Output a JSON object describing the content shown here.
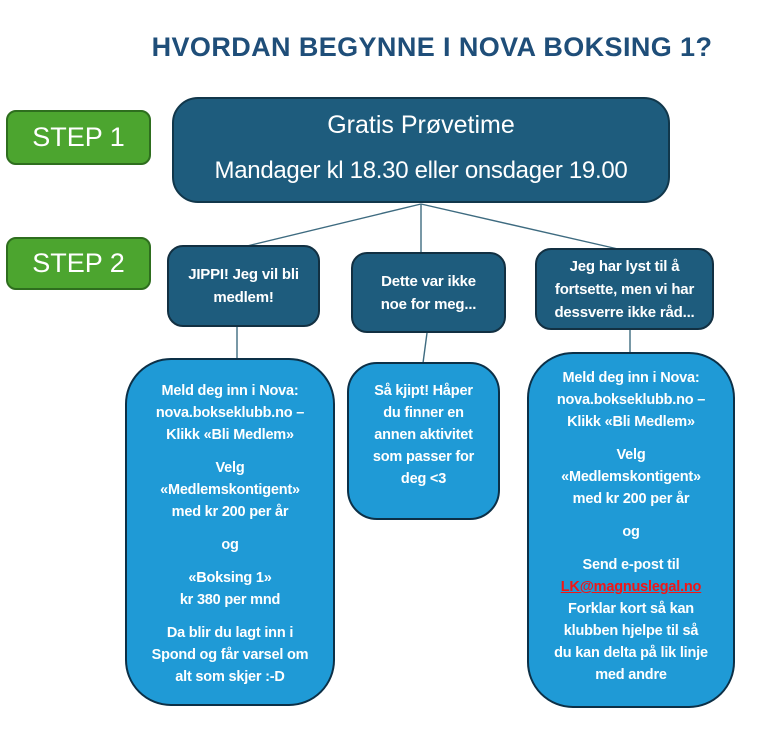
{
  "title": "HVORDAN BEGYNNE I NOVA BOKSING 1?",
  "steps": {
    "step1_label": "STEP 1",
    "step2_label": "STEP 2"
  },
  "trial_box": {
    "title": "Gratis Prøvetime",
    "schedule": "Mandager kl 18.30 eller onsdager 19.00"
  },
  "choice_boxes": {
    "join": {
      "lines": [
        "JIPPI! Jeg vil bli",
        "medlem!"
      ]
    },
    "decline": {
      "lines": [
        "Dette var ikke",
        "noe for meg..."
      ]
    },
    "support": {
      "lines": [
        "Jeg har lyst til å",
        "fortsette, men vi har",
        "dessverre ikke råd..."
      ]
    }
  },
  "detail_boxes": {
    "join": {
      "p1": [
        "Meld deg inn i Nova:",
        "nova.bokseklubb.no –",
        "Klikk «Bli Medlem»"
      ],
      "p2": [
        "Velg",
        "«Medlemskontigent»",
        "med kr 200 per år"
      ],
      "p3": [
        "og"
      ],
      "p4": [
        "«Boksing 1»",
        "kr 380 per mnd"
      ],
      "p5": [
        "Da blir du lagt inn i",
        "Spond og får varsel om",
        "alt som skjer :-D"
      ]
    },
    "decline": {
      "lines": [
        "Så kjipt! Håper",
        "du finner en",
        "annen aktivitet",
        "som passer for",
        "deg <3"
      ]
    },
    "support": {
      "p1": [
        "Meld deg inn i Nova:",
        "nova.bokseklubb.no –",
        "Klikk «Bli Medlem»"
      ],
      "p2": [
        "Velg",
        "«Medlemskontigent»",
        "med kr 200 per år"
      ],
      "p3": [
        "og"
      ],
      "p4_intro": "Send e-post til",
      "email": "LK@magnuslegal.no",
      "p4_rest": [
        "Forklar kort så kan",
        "klubben hjelpe til så",
        "du kan delta på lik linje",
        "med andre"
      ]
    }
  },
  "colors": {
    "title_text": "#1F4E79",
    "step_green": "#4CA52F",
    "step_green_border": "#2E6E1E",
    "dark_teal_box": "#1E5C7D",
    "dark_teal_border": "#11374B",
    "light_blue_box": "#1F9AD6",
    "light_blue_border": "#0C3047",
    "box_text": "#FFFFFF",
    "email_red": "#F31515",
    "connector_line": "#3E6B80",
    "background": "#FFFFFF"
  }
}
